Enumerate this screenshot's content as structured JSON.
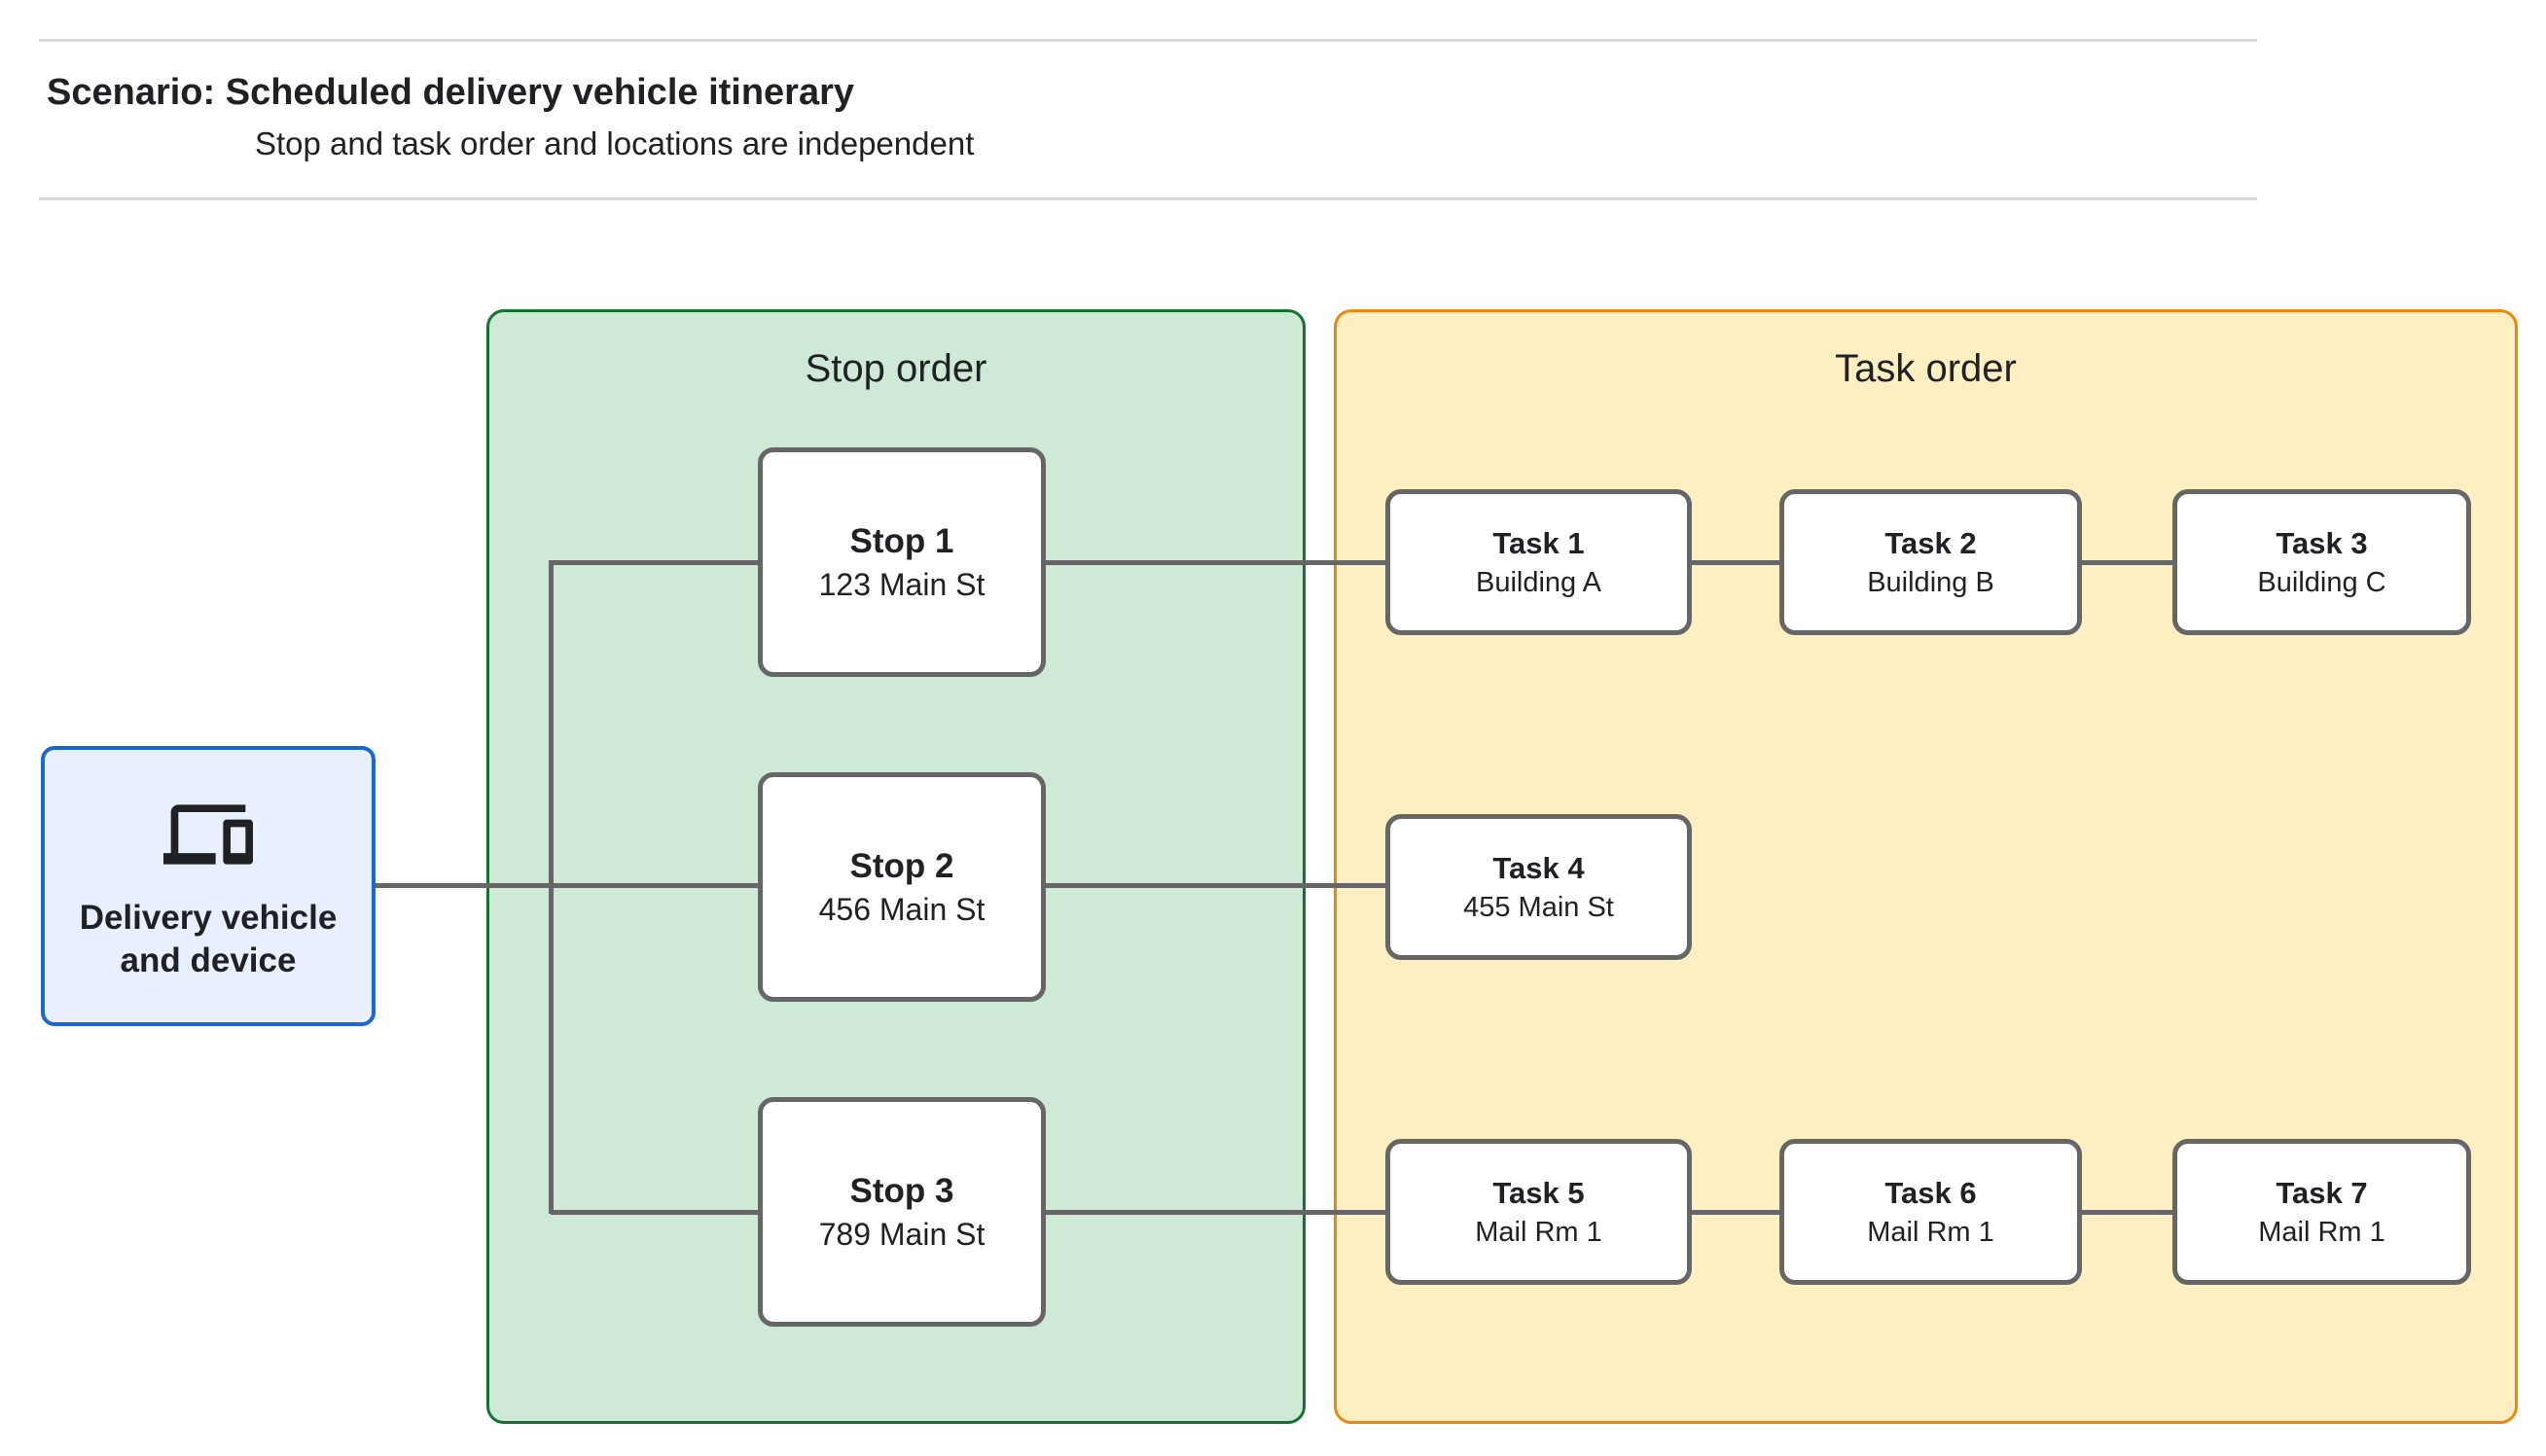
{
  "header": {
    "title": "Scenario: Scheduled delivery vehicle itinerary",
    "subtitle": "Stop and task order and locations are independent"
  },
  "source_node": {
    "icon": "devices-icon",
    "label_line1": "Delivery vehicle",
    "label_line2": "and device"
  },
  "panels": {
    "stop_order": {
      "title": "Stop order"
    },
    "task_order": {
      "title": "Task order"
    }
  },
  "stops": [
    {
      "title": "Stop 1",
      "subtitle": "123 Main St"
    },
    {
      "title": "Stop 2",
      "subtitle": "456 Main St"
    },
    {
      "title": "Stop 3",
      "subtitle": "789 Main St"
    }
  ],
  "tasks": [
    {
      "title": "Task 1",
      "subtitle": "Building A"
    },
    {
      "title": "Task 2",
      "subtitle": "Building B"
    },
    {
      "title": "Task 3",
      "subtitle": "Building C"
    },
    {
      "title": "Task 4",
      "subtitle": "455 Main St"
    },
    {
      "title": "Task 5",
      "subtitle": "Mail Rm 1"
    },
    {
      "title": "Task 6",
      "subtitle": "Mail Rm 1"
    },
    {
      "title": "Task 7",
      "subtitle": "Mail Rm 1"
    }
  ],
  "colors": {
    "stop_panel_fill": "#CEE9D6",
    "stop_panel_border": "#137333",
    "task_panel_fill": "#FEEFC3",
    "task_panel_border": "#EE8610",
    "source_fill": "#E8F0FE",
    "source_border": "#1967D2",
    "node_border": "#666666",
    "connector": "#666666",
    "text": "#202124",
    "divider": "#D9D9D9"
  }
}
